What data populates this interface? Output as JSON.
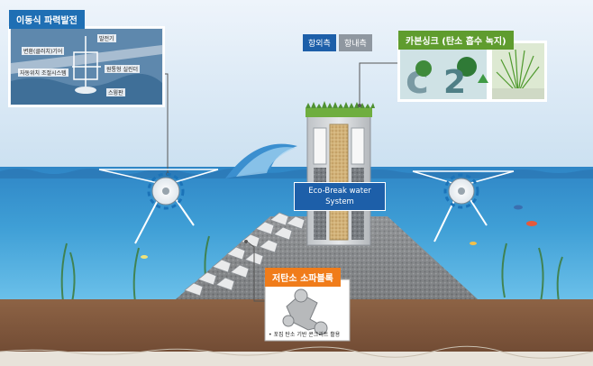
{
  "labels": {
    "wave_power": "이동식 파력발전",
    "generator": "발전기",
    "transmission": "변환(클러치)기어",
    "cylinder": "원통형 실린더",
    "auto_position": "자동위치 조절시스템",
    "float": "스윙판",
    "seaward": "항외측",
    "landward": "항내측",
    "carbon_sink": "카본싱크 (탄소 흡수 녹지)",
    "eco_line1": "Eco-Break water",
    "eco_line2": "System",
    "low_carbon_block": "저탄소 소파블록",
    "low_carbon_note": "• 포집 탄소 기반 콘크리트 활용"
  },
  "colors": {
    "label_blue": "#1f6fb4",
    "label_green": "#5f9c2e",
    "label_orange": "#f07c1a"
  }
}
